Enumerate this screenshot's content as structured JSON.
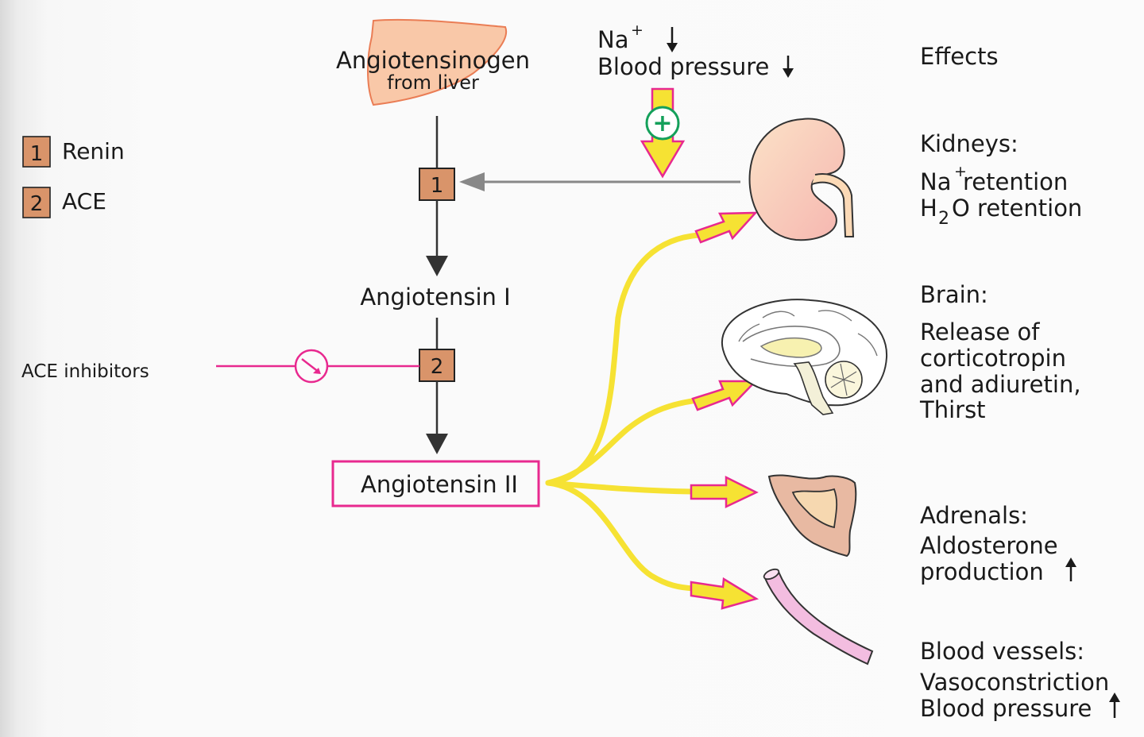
{
  "legend": {
    "items": [
      {
        "num": "1",
        "label": "Renin"
      },
      {
        "num": "2",
        "label": "ACE"
      }
    ]
  },
  "pathway": {
    "precursor_name": "Angiotensinogen",
    "precursor_source": "from liver",
    "step1_num": "1",
    "intermediate": "Angiotensin I",
    "step2_num": "2",
    "product": "Angiotensin II"
  },
  "stimulus": {
    "ion": "Na",
    "ion_charge": "+",
    "bp": "Blood pressure",
    "plus": "+"
  },
  "inhibitor": {
    "label": "ACE inhibitors"
  },
  "effects": {
    "title": "Effects",
    "kidneys": {
      "title": "Kidneys:",
      "line1_a": "Na",
      "line1_sup": "+",
      "line1_b": " retention",
      "line2_a": "H",
      "line2_sub": "2",
      "line2_b": "O retention"
    },
    "brain": {
      "title": "Brain:",
      "lines": [
        "Release of",
        "corticotropin",
        "and adiuretin,",
        "Thirst"
      ]
    },
    "adrenals": {
      "title": "Adrenals:",
      "lines": [
        "Aldosterone",
        "production"
      ]
    },
    "vessels": {
      "title": "Blood vessels:",
      "lines": [
        "Vasoconstriction",
        "Blood pressure"
      ]
    }
  },
  "colors": {
    "enzyme_box": "#d9946a",
    "magenta": "#e8298f",
    "yellow": "#f6e233",
    "arrow_gray": "#333333",
    "plus_green": "#14a05a"
  }
}
